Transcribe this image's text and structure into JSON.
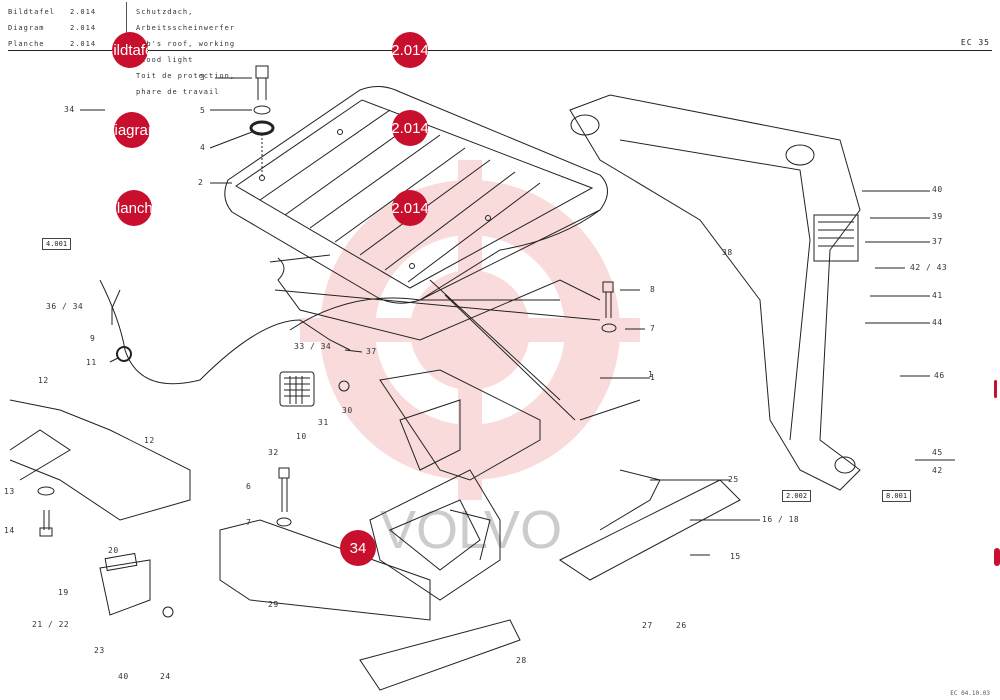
{
  "header": {
    "labels": [
      "Bildtafel",
      "Diagram",
      "Planche"
    ],
    "codes": [
      "2.014",
      "2.014",
      "2.014"
    ],
    "titles": [
      "Schutzdach, Arbeitsscheinwerfer",
      "Cab's roof, working flood light",
      "Toit de protection, phare de travail"
    ],
    "model": "EC 35"
  },
  "hotspots": [
    {
      "label": "Bildtafel"
    },
    {
      "label": "2.014"
    },
    {
      "label": "Diagram"
    },
    {
      "label": "2.014"
    },
    {
      "label": "Planche"
    },
    {
      "label": "2.014"
    },
    {
      "label": "34"
    }
  ],
  "callouts": [
    "3",
    "5",
    "4",
    "2",
    "34",
    "36 / 34",
    "9",
    "11",
    "33 / 34",
    "37",
    "8",
    "7",
    "1",
    "12",
    "12",
    "13",
    "14",
    "10",
    "31",
    "30",
    "32",
    "6",
    "7",
    "29",
    "20",
    "19",
    "21 / 22",
    "23",
    "40",
    "24",
    "28",
    "25",
    "16 / 18",
    "15",
    "27",
    "26",
    "38",
    "40",
    "39",
    "37",
    "42 / 43",
    "41",
    "44",
    "46",
    "45",
    "42",
    "1"
  ],
  "ref_boxes": [
    "4.001",
    "2.002",
    "8.001"
  ],
  "watermark": "VOLVO",
  "footer": "EC 04.10.03",
  "colors": {
    "hotspot": "#c8102e",
    "watermark": "#e73c3c",
    "line": "#222222"
  }
}
